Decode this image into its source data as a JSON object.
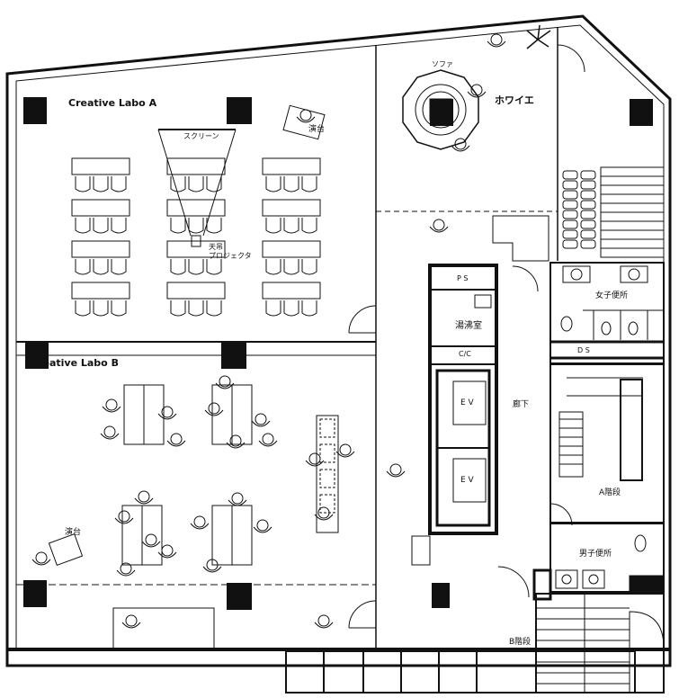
{
  "rooms": {
    "creative_labo_a": "Creative Labo A",
    "creative_labo_b": "Creative Labo B",
    "foyer": "ホワイエ",
    "sofa": "ソファ",
    "screen": "スクリーン",
    "projector": "天吊\nプロジェクタ",
    "podium_a": "演台",
    "podium_b": "演台",
    "kitchenette": "湯沸室",
    "ps": "P S",
    "cc": "C/C",
    "ds": "D S",
    "ev1": "E V",
    "ev2": "E V",
    "corridor": "廊下",
    "womens_restroom": "女子便所",
    "mens_restroom": "男子便所",
    "stair_a": "A階段",
    "stair_b": "B階段"
  }
}
